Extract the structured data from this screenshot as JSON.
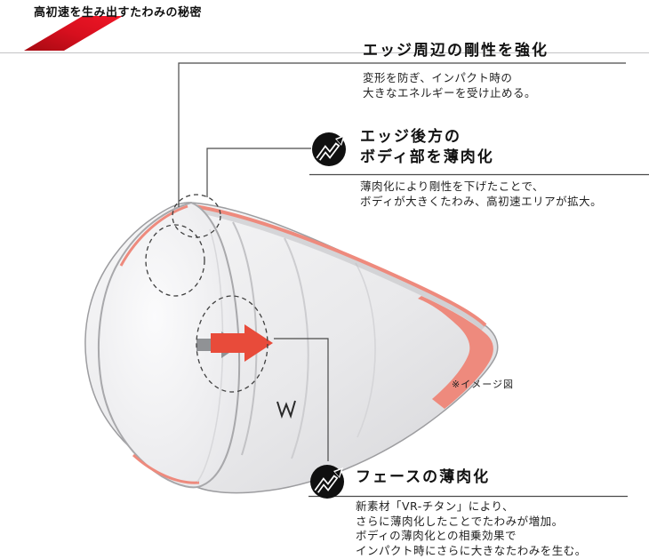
{
  "header": {
    "title": "高初速を生み出すたわみの秘密"
  },
  "sections": {
    "edge_rigidity": {
      "heading": "エッジ周辺の剛性を強化",
      "body": [
        "変形を防ぎ、インパクト時の",
        "大きなエネルギーを受け止める。"
      ]
    },
    "body_thinning": {
      "heading_line1": "エッジ後方の",
      "heading_line2": "ボディ部を薄肉化",
      "body": [
        "薄肉化により剛性を下げたことで、",
        "ボディが大きくたわみ、高初速エリアが拡大。"
      ]
    },
    "face_thinning": {
      "heading": "フェースの薄肉化",
      "body": [
        "新素材「VR-チタン」により、",
        "さらに薄肉化したことでたわみが増加。",
        "ボディの薄肉化との相乗効果で",
        "インパクト時にさらに大きなたわみを生む。"
      ]
    }
  },
  "illustration": {
    "note": "※イメージ図",
    "icon_name": "flex-zigzag-arrow-icon",
    "highlights": [
      "edge-area",
      "edge-back-body-area",
      "face-area"
    ],
    "arrows": [
      "body-flex-arrow-grey",
      "face-flex-arrow-red"
    ]
  },
  "colors": {
    "accent_red": "#d70f1e",
    "club_highlight": "#ee8a7d",
    "arrow_red": "#e84b3a",
    "arrow_grey": "#909295",
    "line": "#4a4a4a"
  }
}
